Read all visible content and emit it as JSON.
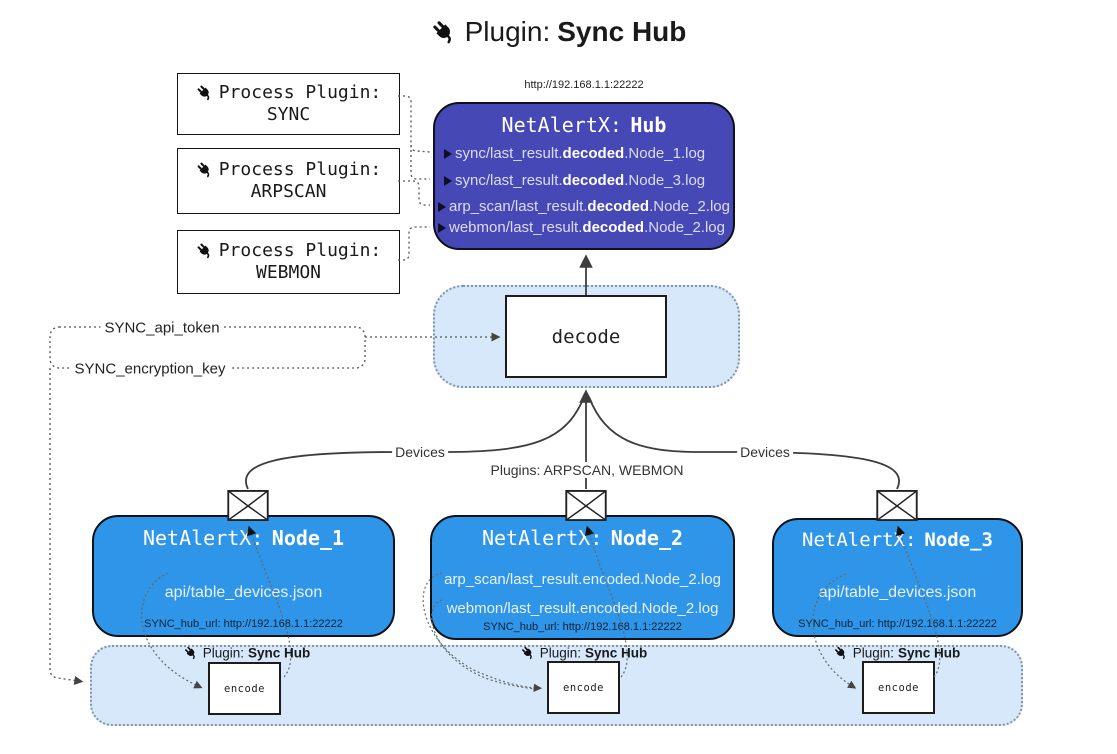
{
  "title": {
    "prefix": "Plugin:",
    "name": "Sync Hub"
  },
  "process_plugins": [
    {
      "label": "Process Plugin:",
      "name": "SYNC"
    },
    {
      "label": "Process Plugin:",
      "name": "ARPSCAN"
    },
    {
      "label": "Process Plugin:",
      "name": "WEBMON"
    }
  ],
  "hub": {
    "url": "http://192.168.1.1:22222",
    "title_prefix": "NetAlertX:",
    "title_name": "Hub",
    "logs": [
      {
        "pre": "sync/last_result.",
        "bold": "decoded",
        "post": ".Node_1.log"
      },
      {
        "pre": "sync/last_result.",
        "bold": "decoded",
        "post": ".Node_3.log"
      },
      {
        "pre": "arp_scan/last_result.",
        "bold": "decoded",
        "post": ".Node_2.log"
      },
      {
        "pre": "webmon/last_result.",
        "bold": "decoded",
        "post": ".Node_2.log"
      }
    ]
  },
  "decode_label": "decode",
  "settings": {
    "api_token": "SYNC_api_token",
    "encryption_key": "SYNC_encryption_key"
  },
  "edge_labels": {
    "devices_left": "Devices",
    "plugins_center": "Plugins: ARPSCAN, WEBMON",
    "devices_right": "Devices"
  },
  "nodes": [
    {
      "title_prefix": "NetAlertX:",
      "title_name": "Node_1",
      "files": [
        "api/table_devices.json"
      ],
      "hub_url": "SYNC_hub_url: http://192.168.1.1:22222"
    },
    {
      "title_prefix": "NetAlertX:",
      "title_name": "Node_2",
      "files": [
        "arp_scan/last_result.encoded.Node_2.log",
        "webmon/last_result.encoded.Node_2.log"
      ],
      "hub_url": "SYNC_hub_url: http://192.168.1.1:22222"
    },
    {
      "title_prefix": "NetAlertX:",
      "title_name": "Node_3",
      "files": [
        "api/table_devices.json"
      ],
      "hub_url": "SYNC_hub_url: http://192.168.1.1:22222"
    }
  ],
  "encode_plugins": [
    {
      "label_prefix": "Plugin:",
      "label_name": "Sync Hub",
      "encode_label": "encode"
    },
    {
      "label_prefix": "Plugin:",
      "label_name": "Sync Hub",
      "encode_label": "encode"
    },
    {
      "label_prefix": "Plugin:",
      "label_name": "Sync Hub",
      "encode_label": "encode"
    }
  ],
  "colors": {
    "hub_fill": "#4649B5",
    "node_fill": "#2E95E8",
    "panel_fill": "#D6E8FA",
    "panel_border": "#7E96AD",
    "arrow": "#3D3D3D",
    "box_border": "#111111"
  }
}
